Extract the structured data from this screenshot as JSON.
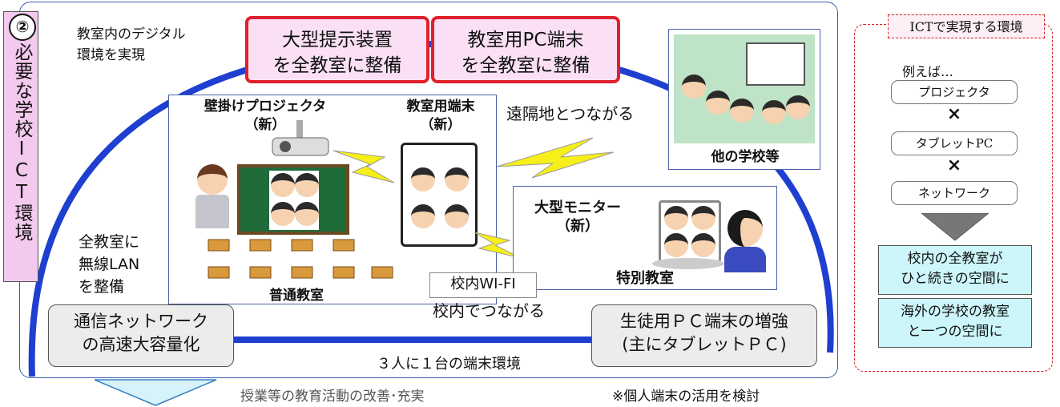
{
  "side": {
    "number": "②",
    "title": "必要な学校ICT環境"
  },
  "top_notes": {
    "digital_env": "教室内のデジタル\n環境を実現"
  },
  "red_boxes": [
    {
      "text": "大型提示装置\nを全教室に整備"
    },
    {
      "text": "教室用PC端末\nを全教室に整備"
    }
  ],
  "projector_panel": {
    "title": "壁掛けプロジェクタ\n（新）",
    "room": "普通教室"
  },
  "terminal": {
    "title": "教室用端末\n（新）"
  },
  "remote": {
    "caption": "遠隔地とつながる",
    "school": "他の学校等"
  },
  "monitor_panel": {
    "title": "大型モニター\n（新）",
    "room": "特別教室"
  },
  "lan_note": "全教室に\n無線LAN\nを整備",
  "wifi": {
    "label": "校内WI-FI",
    "caption": "校内でつながる"
  },
  "network_box": "通信ネットワーク\nの高速大容量化",
  "pc_box": "生徒用ＰＣ端末の増強\n(主にタブレットＰＣ)",
  "ratio": "３人に１台の端末環境",
  "bottom": {
    "improve": "授業等の教育活動の改善･充実",
    "note": "※個人端末の活用を検討"
  },
  "ict_panel": {
    "title": "ICTで実現する環境",
    "example": "例えば…",
    "items": [
      "プロジェクタ",
      "タブレットPC",
      "ネットワーク"
    ],
    "times": "×",
    "results": [
      "校内の全教室が\nひと続きの空間に",
      "海外の学校の教室\nと一つの空間に"
    ]
  },
  "colors": {
    "accent_blue": "#1e3fd0",
    "red_border": "#e0202a",
    "pink_fill": "#fbe0f5",
    "cyan_fill": "#cdf6fb",
    "lightning": "#f6ef1a"
  }
}
